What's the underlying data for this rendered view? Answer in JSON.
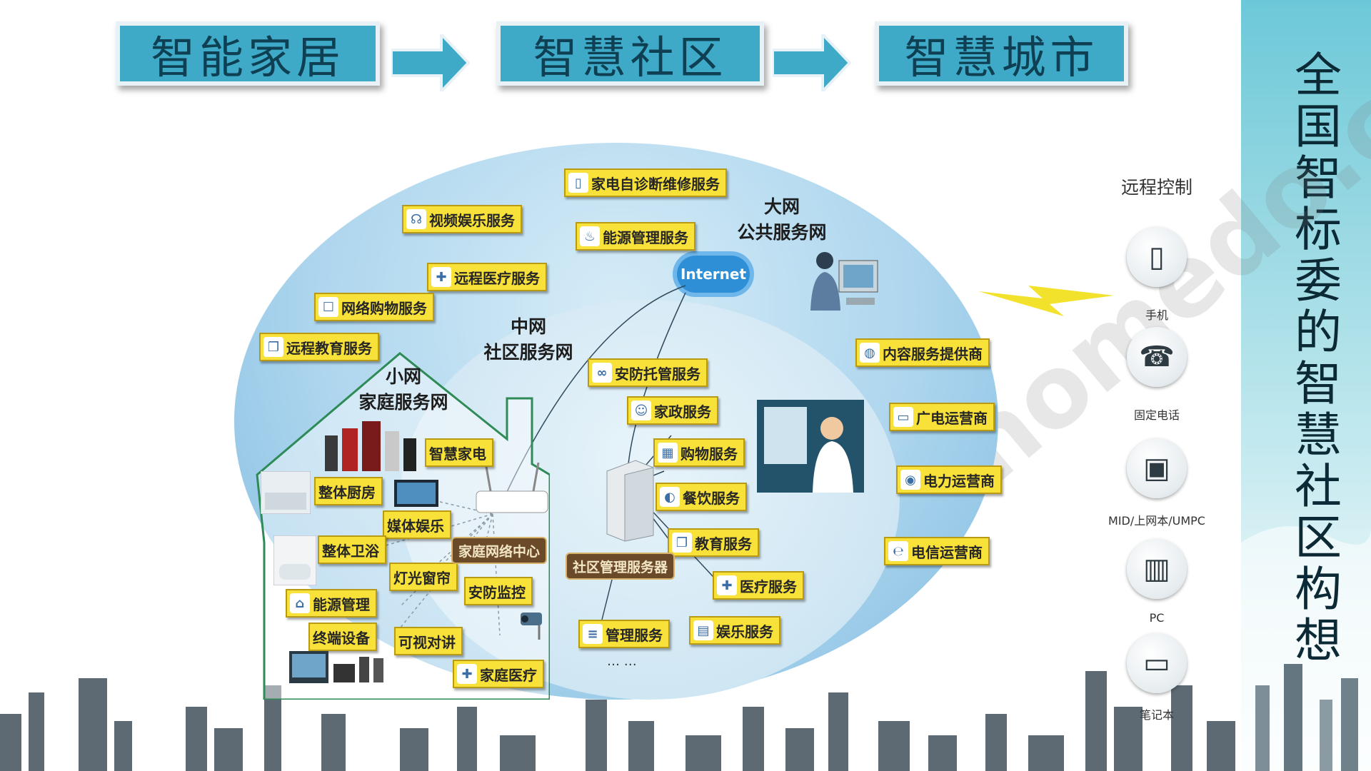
{
  "header": {
    "steps": [
      "智能家居",
      "智慧社区",
      "智慧城市"
    ]
  },
  "side_title": "全国智标委的智慧社区构想",
  "networks": {
    "big": {
      "line1": "大网",
      "line2": "公共服务网"
    },
    "middle": {
      "line1": "中网",
      "line2": "社区服务网"
    },
    "small": {
      "line1": "小网",
      "line2": "家庭服务网"
    },
    "internet": "Internet"
  },
  "outer_services": [
    {
      "label": "家电自诊断维修服务",
      "icon": "appliance-icon"
    },
    {
      "label": "视频娱乐服务",
      "icon": "headphone-icon"
    },
    {
      "label": "能源管理服务",
      "icon": "faucet-icon"
    },
    {
      "label": "远程医疗服务",
      "icon": "medical-cross-icon"
    },
    {
      "label": "网络购物服务",
      "icon": "shopping-icon"
    },
    {
      "label": "远程教育服务",
      "icon": "book-icon"
    }
  ],
  "operators": [
    {
      "label": "内容服务提供商",
      "icon": "globe-icon"
    },
    {
      "label": "广电运营商",
      "icon": "tv-icon"
    },
    {
      "label": "电力运营商",
      "icon": "power-icon"
    },
    {
      "label": "电信运营商",
      "icon": "telecom-icon"
    }
  ],
  "community_services": [
    {
      "label": "安防托管服务",
      "icon": "glasses-icon"
    },
    {
      "label": "家政服务",
      "icon": "person-icon"
    },
    {
      "label": "购物服务",
      "icon": "cart-icon"
    },
    {
      "label": "餐饮服务",
      "icon": "food-icon"
    },
    {
      "label": "教育服务",
      "icon": "book-icon"
    },
    {
      "label": "医疗服务",
      "icon": "medical-cross-icon"
    },
    {
      "label": "管理服务",
      "icon": "document-icon"
    },
    {
      "label": "娱乐服务",
      "icon": "film-icon"
    }
  ],
  "community_platform": "社区管理服务器",
  "ellipsis": "… …",
  "home": {
    "gateway": "家庭网络中心",
    "items": [
      "智慧家电",
      "整体厨房",
      "媒体娱乐",
      "整体卫浴",
      "灯光窗帘",
      "安防监控",
      "能源管理",
      "终端设备",
      "可视对讲",
      "家庭医疗"
    ]
  },
  "remote": {
    "title": "远程控制",
    "devices": [
      {
        "label": "手机",
        "icon": "mobile-phone-icon"
      },
      {
        "label": "固定电话",
        "icon": "landline-phone-icon"
      },
      {
        "label": "MID/上网本/UMPC",
        "icon": "mid-device-icon"
      },
      {
        "label": "PC",
        "icon": "pc-icon"
      },
      {
        "label": "笔记本",
        "icon": "laptop-icon"
      }
    ]
  },
  "watermark": "homedo.com 河姆渡"
}
